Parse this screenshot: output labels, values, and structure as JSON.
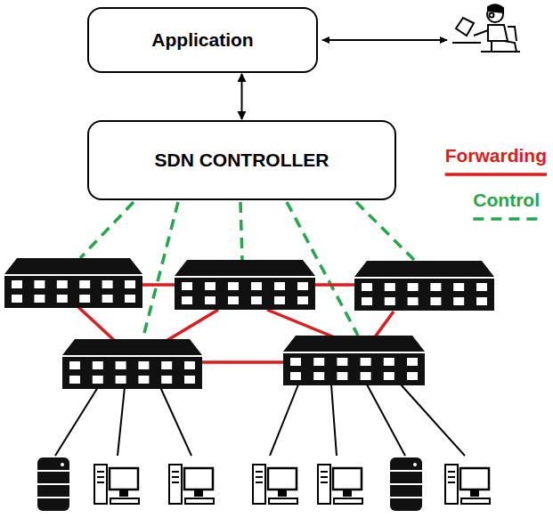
{
  "diagram": {
    "nodes": [
      {
        "text": [
          "Application"
        ]
      },
      {
        "text": [
          "SDN CONTROLLER"
        ]
      }
    ],
    "edges": [
      {
        "from": 0,
        "to": 1,
        "arrow": "both"
      }
    ],
    "legend": [
      {
        "text": "Forwarding"
      },
      {
        "text": "Control"
      }
    ]
  }
}
